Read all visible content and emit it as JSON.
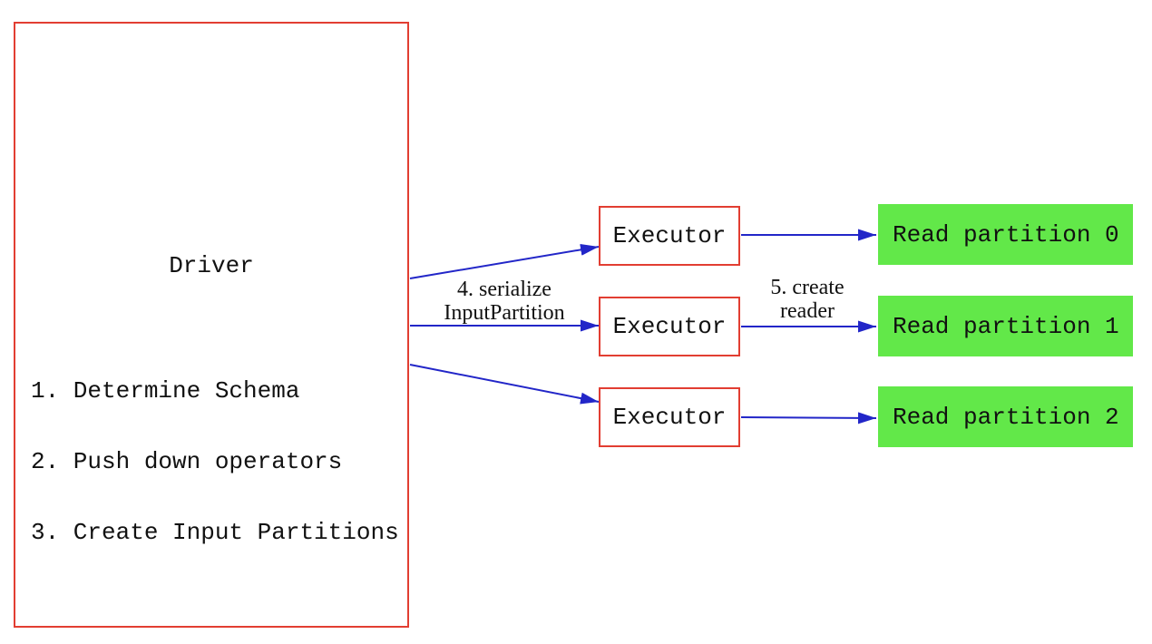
{
  "diagram": {
    "driver": {
      "title": "Driver",
      "steps": [
        "1. Determine Schema",
        "2. Push down operators",
        "3. Create Input Partitions"
      ]
    },
    "executors": [
      "Executor",
      "Executor",
      "Executor"
    ],
    "partitions": [
      "Read partition 0",
      "Read partition 1",
      "Read partition 2"
    ],
    "edge_labels": {
      "serialize_line1": "4. serialize",
      "serialize_line2": "InputPartition",
      "create_line1": "5. create",
      "create_line2": "reader"
    },
    "colors": {
      "box_border_red": "#e23e32",
      "arrow_blue": "#2226c8",
      "partition_green": "#62e849",
      "text_black": "#111111"
    }
  }
}
